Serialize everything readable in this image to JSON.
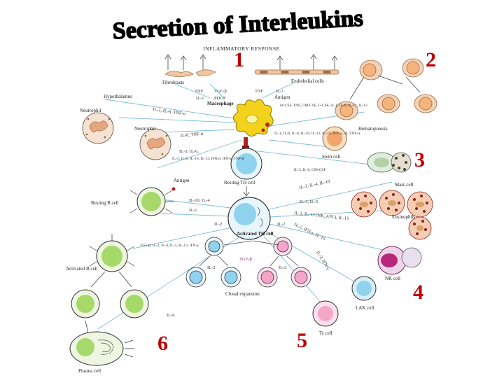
{
  "title": "Secretion of Interleukins",
  "header": "INFLAMMATORY RESPONSE",
  "numbers": [
    "1",
    "2",
    "3",
    "4",
    "5",
    "6"
  ],
  "labels": {
    "fibroblasts": "Fibroblasts",
    "endothelial": "Endothelial cells",
    "hypothalamus": "Hypothalamus",
    "neutrophil_a": "Neutrophil",
    "neutrophil_b": "Neutrophil",
    "macrophage": "Macrophage",
    "antigen_top": "Antigen",
    "antigen_mid": "Antigen",
    "hematopoiesis": "Hematopoiesis",
    "stem_cell": "Stem cell",
    "mast_cell": "Mast-cell",
    "eosinophils": "Eosinophils",
    "nk_cell": "NK cell",
    "lak_cell": "LAK cell",
    "tc_cell": "Tc cell",
    "resting_th": "Resting TH cell",
    "activated_th": "Activated TH cell",
    "resting_b": "Resting B cell",
    "activated_b": "Activated B cell",
    "plasma_cell": "Plasma cell",
    "clonal": "Clonal expansion"
  },
  "cytokines": {
    "c1": "TNF",
    "c2": "IL-1",
    "c3": "TGF-β",
    "c4": "PDGF",
    "c5": "TNF",
    "c6": "IL-1",
    "c7": "IL-1, IL-6, TNF-α",
    "c8": "IL-8, TNF-α",
    "c9": "IL-3, IL-6, IL-10, IL-13, IFN-α, IFN-γ, TNF-β",
    "c10": "M-CSF, TNF, GM-CSF, G-CSF, IL-1, IL-6, IL-11, IL-12",
    "c11": "IL-1, IL-6, IL-8, IL-10, IL-12, IL-15, IFN-α, -β, TNF-α",
    "c12": "IL-3, IL-6, GM-CSF",
    "c13": "IL-3, IL-4, IL-10",
    "c14": "IL-3, IL-5",
    "c15": "IL-2, IL-12 (NK, APC), IL-15",
    "c16": "IL-2, IFN-γ, IL-15",
    "c17": "IL-2, IFN-γ",
    "c18": "IL-10, IL-4",
    "c19": "IL-1",
    "c20": "TGF-β, IL-2, IL-4, IL-5, IL-13, IFN-γ",
    "c21": "IL-2",
    "c22": "IL-2",
    "c23": "IL-2",
    "c24": "IL-2",
    "c25": "TGF-β",
    "c26": "IL-6"
  },
  "colors": {
    "number": "#c00000",
    "link": "#7fbcd6",
    "macrophage": "#f2d21b",
    "th_cell": "#8fd3ee",
    "b_cell": "#a6d96a",
    "pink_cell": "#f4a6c8",
    "mast_granule": "#8b2020",
    "nk_cell": "#b8287a"
  }
}
